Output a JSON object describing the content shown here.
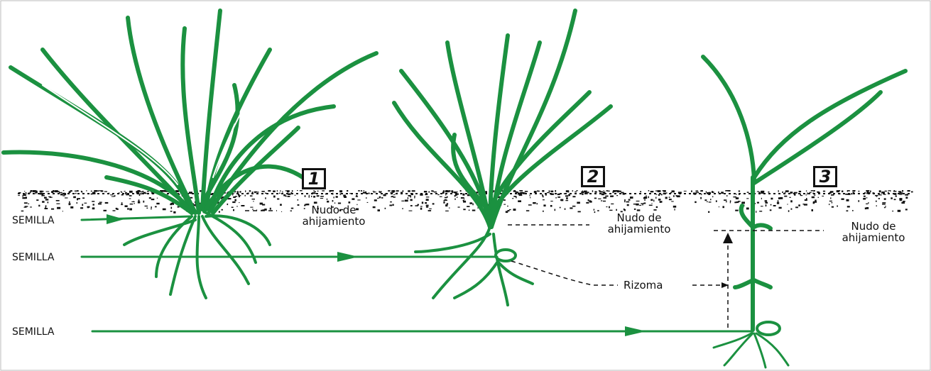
{
  "colors": {
    "plant": "#1b9140",
    "ink": "#111111",
    "background": "#ffffff"
  },
  "stages": [
    {
      "number": "1",
      "node_label": [
        "Nudo de",
        "ahijamiento"
      ]
    },
    {
      "number": "2",
      "node_label": [
        "Nudo de",
        "ahijamiento"
      ]
    },
    {
      "number": "3",
      "node_label": [
        "Nudo de",
        "ahijamiento"
      ]
    }
  ],
  "seed_labels": [
    "SEMILLA",
    "SEMILLA",
    "SEMILLA"
  ],
  "rhizome_label": "Rizoma"
}
